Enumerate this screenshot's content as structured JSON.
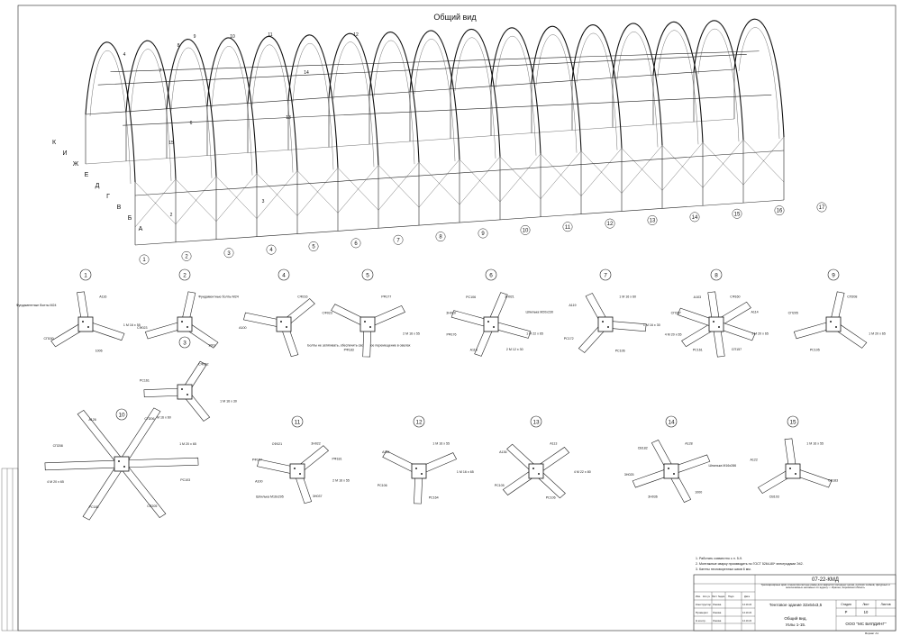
{
  "title": "Общий вид",
  "axes": {
    "letters": [
      "К",
      "И",
      "Ж",
      "Е",
      "Д",
      "Г",
      "В",
      "Б",
      "А"
    ],
    "numbers": [
      "1",
      "2",
      "3",
      "4",
      "5",
      "6",
      "7",
      "8",
      "9",
      "10",
      "11",
      "12",
      "13",
      "14",
      "15",
      "16",
      "17"
    ]
  },
  "members": [
    "2",
    "3",
    "4",
    "6",
    "7",
    "8",
    "9",
    "10",
    "11",
    "12",
    "13",
    "14",
    "15"
  ],
  "details": [
    {
      "num": "1",
      "labels": [
        "А116",
        "1 М 16 х 55",
        "1006",
        "СП150",
        "Фундаментные болты М24"
      ]
    },
    {
      "num": "2",
      "labels": [
        "Фундаментные болты М24",
        "1001",
        "СФ023"
      ]
    },
    {
      "num": "3",
      "labels": [
        "СФ162",
        "1 М 16 х 30",
        "1 М 16 х 60",
        "РС161"
      ]
    },
    {
      "num": "4",
      "labels": [
        "СФ216",
        "Болты не затягивать, обеспечить свободное перемещение в овалах",
        "А100"
      ]
    },
    {
      "num": "5",
      "labels": [
        "РФ177",
        "2 М 16 х 55",
        "РФ183",
        "СФ023"
      ]
    },
    {
      "num": "6",
      "labels": [
        "3Н021",
        "Шпилька М20х230",
        "1 М 22 х 65",
        "2 М 12 х 30",
        "А116",
        "РФ176",
        "3Н020",
        "РС106"
      ]
    },
    {
      "num": "7",
      "labels": [
        "1 М 16 х 60",
        "1 М 16 х 30",
        "РС106",
        "РС172",
        "А119"
      ]
    },
    {
      "num": "8",
      "labels": [
        "СФ160",
        "А114",
        "1 М 20 х 65",
        "СП157",
        "РС161",
        "4 М 20 х 65",
        "СП207",
        "А103"
      ]
    },
    {
      "num": "9",
      "labels": [
        "СП208",
        "1 М 20 х 65",
        "РС105",
        "СП205"
      ]
    },
    {
      "num": "10",
      "labels": [
        "СП206",
        "1 М 20 х 65",
        "РС103",
        "СП205",
        "РС182",
        "4 М 20 х 65",
        "СП208",
        "А126"
      ]
    },
    {
      "num": "11",
      "labels": [
        "3Н022",
        "РФ181",
        "2 М 16 х 55",
        "3Н037",
        "Шпилька М16х295",
        "А100",
        "РФ177",
        "СФ021"
      ]
    },
    {
      "num": "12",
      "labels": [
        "1 М 16 х 55",
        "1 М 16 х 65",
        "РС164",
        "РС106",
        "А144"
      ]
    },
    {
      "num": "13",
      "labels": [
        "А113",
        "4 М 22 х 80",
        "РС106",
        "РС105",
        "А136"
      ]
    },
    {
      "num": "14",
      "labels": [
        "А128",
        "Шпилька М16х286",
        "1000",
        "3Н036",
        "3Н025",
        "СВ182"
      ]
    },
    {
      "num": "15",
      "labels": [
        "1 М 16 х 55",
        "СВ183",
        "СВ103",
        "А122"
      ]
    }
  ],
  "notes": [
    "1. Работать совместно с л. 5-9.",
    "2. Монтажные сварку производить по ГОСТ 5264-80* электродами Э42.",
    "3. Катеты неоговоренных швов 6 мм."
  ],
  "stamp": {
    "code": "07-22-КМД",
    "description": "Трехшарнирные арки и многопролетные рамы для закрытия холодных цехов, русских холмов, фигурных и эксклюзивных натяжных по адресу: г. Ирапен, Кировская область",
    "building": "Тентовое здание 32х64х3,5",
    "sheet_title_1": "Общий вид.",
    "sheet_title_2": "Узлы 1-15.",
    "stage_hdr": "Стадия",
    "sheet_hdr": "Лист",
    "sheets_hdr": "Листов",
    "stage": "Р",
    "sheet": "10",
    "company": "ООО \"МС БИЛДИНГ\"",
    "cols": [
      "Изм.",
      "Кол.уч",
      "Лист",
      "№док.",
      "Подп.",
      "Дата"
    ],
    "rows": [
      {
        "role": "Конструктор",
        "name": "Ожова",
        "date": "14.10.22"
      },
      {
        "role": "Проверил",
        "name": "Ожова",
        "date": "14.10.22"
      },
      {
        "role": "Н.контр.",
        "name": "Ожова",
        "date": "14.10.22"
      }
    ],
    "format": "Формат А1"
  }
}
